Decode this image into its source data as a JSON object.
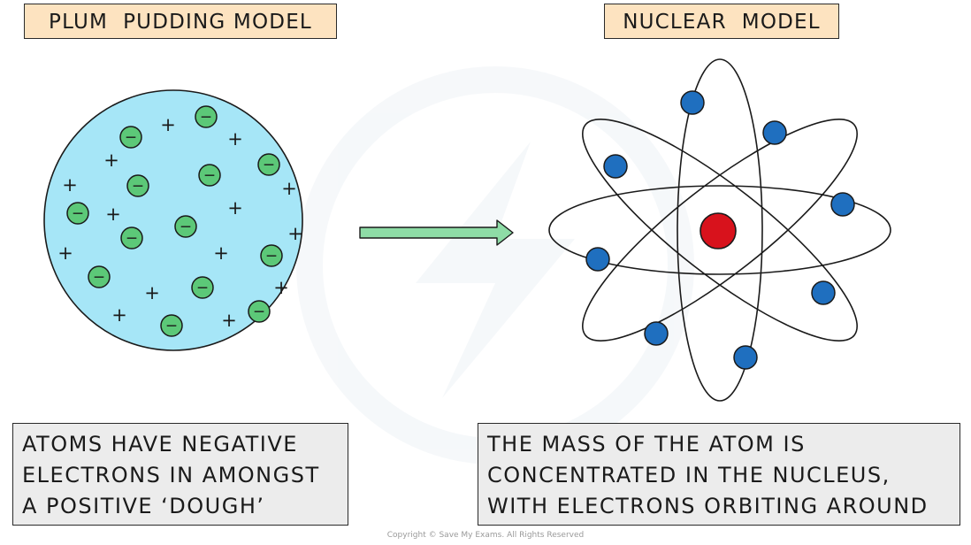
{
  "titles": {
    "left": "PLUM  PUDDING MODEL",
    "right": "NUCLEAR  MODEL"
  },
  "captions": {
    "left": [
      "ATOMS HAVE NEGATIVE",
      "ELECTRONS IN AMONGST",
      "A POSITIVE ‘DOUGH’"
    ],
    "right": [
      "THE MASS OF THE ATOM IS",
      "CONCENTRATED IN THE NUCLEUS,",
      "WITH ELECTRONS ORBITING AROUND"
    ]
  },
  "symbols": {
    "positive": "+",
    "negative": "−"
  },
  "copyright": "Copyright © Save My Exams. All Rights Reserved",
  "colors": {
    "pudding": "#a6e6f7",
    "electron_green": "#5cc878",
    "electron_blue": "#1f6fbf",
    "nucleus": "#d8121c",
    "arrow": "#8edca6",
    "title_bg": "#fde3c0",
    "caption_bg": "#ececec"
  }
}
